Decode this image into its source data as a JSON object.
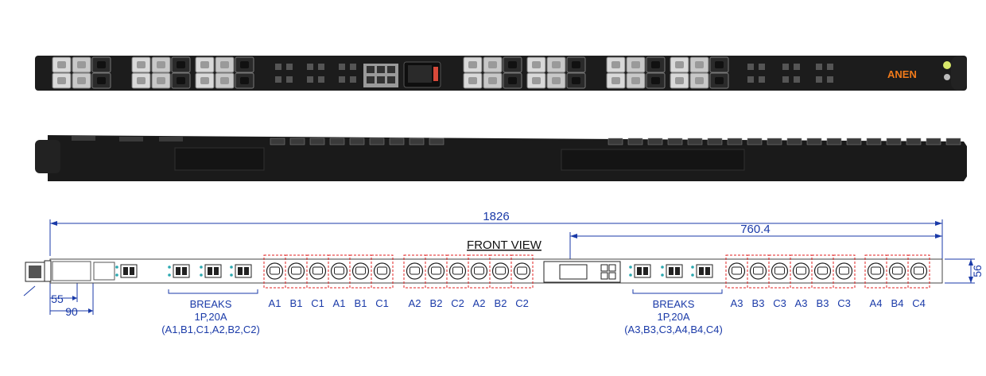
{
  "brand": "ANEN",
  "diagram": {
    "title": "FRONT VIEW",
    "dim_total": "1826",
    "dim_span": "760.4",
    "dim_height": "56",
    "dim_left_55": "55",
    "dim_left_90": "90",
    "groups": [
      {
        "labels": [
          "A1",
          "B1",
          "C1",
          "A1",
          "B1",
          "C1"
        ]
      },
      {
        "labels": [
          "A2",
          "B2",
          "C2",
          "A2",
          "B2",
          "C2"
        ]
      },
      {
        "labels": [
          "A3",
          "B3",
          "C3",
          "A3",
          "B3",
          "C3"
        ]
      },
      {
        "labels": [
          "A4",
          "B4",
          "C4"
        ]
      }
    ],
    "breaks_left": {
      "title": "BREAKS",
      "rating": "1P,20A",
      "circuits": "(A1,B1,C1,A2,B2,C2)"
    },
    "breaks_right": {
      "title": "BREAKS",
      "rating": "1P,20A",
      "circuits": "(A3,B3,C3,A4,B4,C4)"
    }
  },
  "colors": {
    "label_blue": "#1a3aa8",
    "dim_blue": "#1a3aa8",
    "group_red": "#e02020",
    "pdu_body": "#1b1b1b",
    "brand_orange": "#f07a1a"
  }
}
